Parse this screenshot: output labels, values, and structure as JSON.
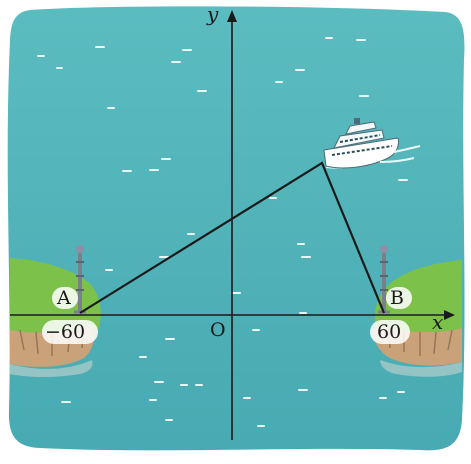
{
  "diagram": {
    "axes": {
      "x_label": "x",
      "y_label": "y",
      "origin_label": "O"
    },
    "points": [
      {
        "label": "A",
        "value_label": "−60"
      },
      {
        "label": "B",
        "value_label": "60"
      }
    ],
    "colors": {
      "sea": "#4fb3b8",
      "sea_dark": "#3a98a0",
      "land": "#7cc24a",
      "cliff": "#c9a27a",
      "line": "#1a1a1a"
    },
    "icons": [
      "ship-icon",
      "lighthouse-icon"
    ]
  }
}
